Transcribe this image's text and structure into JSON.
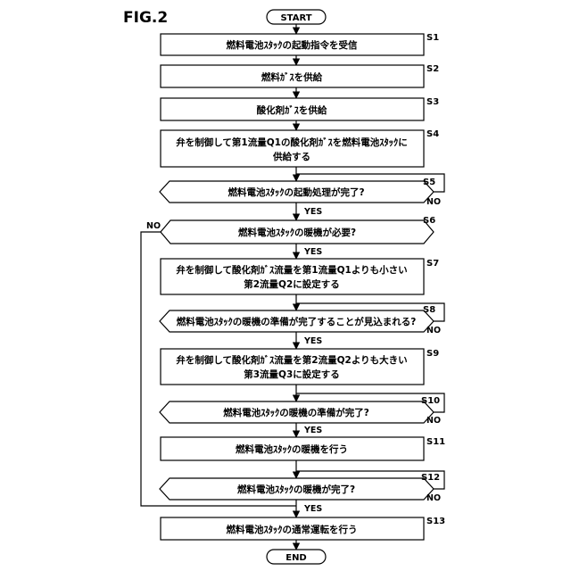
{
  "figure_label": "FIG.2",
  "start_label": "START",
  "end_label": "END",
  "yes_label": "YES",
  "no_label": "NO",
  "steps": [
    {
      "id": "S1",
      "lines": [
        "燃料電池ｽﾀｯｸの起動指令を受信"
      ]
    },
    {
      "id": "S2",
      "lines": [
        "燃料ｶﾞｽを供給"
      ]
    },
    {
      "id": "S3",
      "lines": [
        "酸化剤ｶﾞｽを供給"
      ]
    },
    {
      "id": "S4",
      "lines": [
        "弁を制御して第1流量Q1の酸化剤ｶﾞｽを燃料電池ｽﾀｯｸに",
        "供給する"
      ]
    },
    {
      "id": "S5",
      "lines": [
        "燃料電池ｽﾀｯｸの起動処理が完了?"
      ]
    },
    {
      "id": "S6",
      "lines": [
        "燃料電池ｽﾀｯｸの暖機が必要?"
      ]
    },
    {
      "id": "S7",
      "lines": [
        "弁を制御して酸化剤ｶﾞｽ流量を第1流量Q1よりも小さい",
        "第2流量Q2に設定する"
      ]
    },
    {
      "id": "S8",
      "lines": [
        "燃料電池ｽﾀｯｸの暖機の準備が完了することが見込まれる?"
      ]
    },
    {
      "id": "S9",
      "lines": [
        "弁を制御して酸化剤ｶﾞｽ流量を第2流量Q2よりも大きい",
        "第3流量Q3に設定する"
      ]
    },
    {
      "id": "S10",
      "lines": [
        "燃料電池ｽﾀｯｸの暖機の準備が完了?"
      ]
    },
    {
      "id": "S11",
      "lines": [
        "燃料電池ｽﾀｯｸの暖機を行う"
      ]
    },
    {
      "id": "S12",
      "lines": [
        "燃料電池ｽﾀｯｸの暖機が完了?"
      ]
    },
    {
      "id": "S13",
      "lines": [
        "燃料電池ｽﾀｯｸの通常運転を行う"
      ]
    }
  ]
}
